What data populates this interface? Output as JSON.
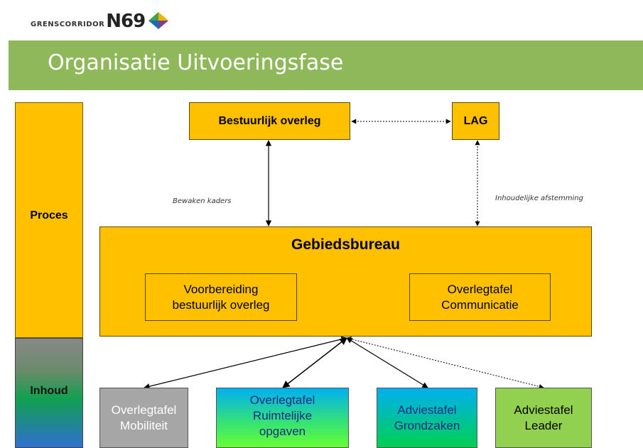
{
  "logo": {
    "small": "GRENSCORRIDOR",
    "big": "N69"
  },
  "header": {
    "title": "Organisatie Uitvoeringsfase"
  },
  "side": {
    "proces": "Proces",
    "inhoud": "Inhoud"
  },
  "nodes": {
    "bestuurlijk": "Bestuurlijk overleg",
    "lag": "LAG",
    "gebiedsbureau": "Gebiedsbureau",
    "voorbereiding_1": "Voorbereiding",
    "voorbereiding_2": "bestuurlijk overleg",
    "communicatie_1": "Overlegtafel",
    "communicatie_2": "Communicatie",
    "mobiliteit_1": "Overlegtafel",
    "mobiliteit_2": "Mobiliteit",
    "ruimtelijk_1": "Overlegtafel",
    "ruimtelijk_2": "Ruimtelijke",
    "ruimtelijk_3": "opgaven",
    "grondzaken_1": "Adviestafel",
    "grondzaken_2": "Grondzaken",
    "leader_1": "Adviestafel",
    "leader_2": "Leader"
  },
  "edge_labels": {
    "bewaken": "Bewaken kaders",
    "inhoudelijk": "Inhoudelijke afstemming"
  },
  "colors": {
    "orange": "#ffc000",
    "banner_green": "#8fb85a",
    "mobiliteit": "#a6a6a6",
    "ruimtelijk_top": "#00b0f0",
    "ruimtelijk_bottom": "#66ff33",
    "grondzaken_top": "#00b0f0",
    "grondzaken_bottom": "#00d050",
    "leader": "#92d050"
  }
}
